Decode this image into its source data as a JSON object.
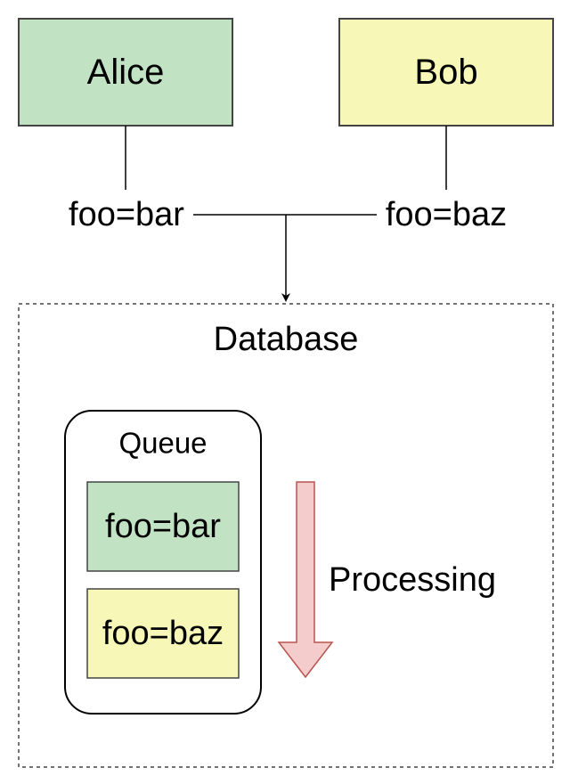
{
  "nodes": {
    "alice": {
      "label": "Alice",
      "fill": "#c1e3c4"
    },
    "bob": {
      "label": "Bob",
      "fill": "#f7f7b8"
    }
  },
  "edges": {
    "alice_label": "foo=bar",
    "bob_label": "foo=baz"
  },
  "database": {
    "title": "Database"
  },
  "queue": {
    "title": "Queue",
    "items": [
      {
        "label": "foo=bar",
        "fill": "#c1e3c4"
      },
      {
        "label": "foo=baz",
        "fill": "#f7f7b8"
      }
    ]
  },
  "processing": {
    "label": "Processing",
    "arrow_fill": "#f4cccc"
  }
}
